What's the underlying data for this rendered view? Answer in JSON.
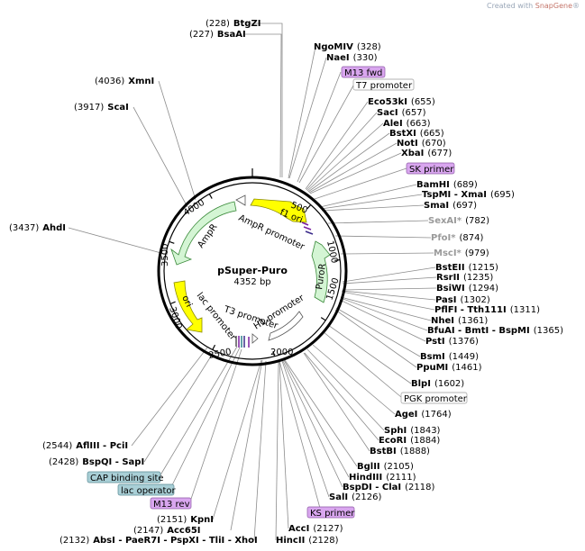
{
  "watermark": {
    "prefix": "Created with ",
    "brand": "SnapGene",
    "suffix": "®"
  },
  "plasmid": {
    "name": "pSuper-Puro",
    "size": "4352 bp"
  },
  "ticks": [
    "500",
    "1000",
    "1500",
    "2000",
    "2500",
    "3000",
    "3500",
    "4000"
  ],
  "features": {
    "f1_ori": "f1 ori",
    "ampr_promoter": "AmpR promoter",
    "ampr": "AmpR",
    "ori": "ori",
    "lac_promoter": "lac promoter",
    "t3_promoter": "T3 promoter",
    "h1_promoter": "H1 promoter",
    "puror": "PuroR"
  },
  "labels": {
    "btgzi": {
      "pos": "(228)",
      "name": "BtgZI"
    },
    "bsaai": {
      "pos": "(227)",
      "name": "BsaAI"
    },
    "ngomiv": {
      "name": "NgoMIV",
      "pos": "(328)"
    },
    "naei": {
      "name": "NaeI",
      "pos": "(330)"
    },
    "m13fwd": "M13 fwd",
    "t7prom": "T7 promoter",
    "eco53ki": {
      "name": "Eco53kI",
      "pos": "(655)"
    },
    "saci": {
      "name": "SacI",
      "pos": "(657)"
    },
    "alei": {
      "name": "AleI",
      "pos": "(663)"
    },
    "bstxi": {
      "name": "BstXI",
      "pos": "(665)"
    },
    "noti": {
      "name": "NotI",
      "pos": "(670)"
    },
    "xbai": {
      "name": "XbaI",
      "pos": "(677)"
    },
    "skprimer": "SK primer",
    "bamhi": {
      "name": "BamHI",
      "pos": "(689)"
    },
    "tspmi": {
      "name": "TspMI - XmaI",
      "pos": "(695)"
    },
    "smai": {
      "name": "SmaI",
      "pos": "(697)"
    },
    "sexai": {
      "name": "SexAI*",
      "pos": "(782)"
    },
    "pfoi": {
      "name": "PfoI*",
      "pos": "(874)"
    },
    "msci": {
      "name": "MscI*",
      "pos": "(979)"
    },
    "bsteii": {
      "name": "BstEII",
      "pos": "(1215)"
    },
    "rsrii": {
      "name": "RsrII",
      "pos": "(1235)"
    },
    "bsiwi": {
      "name": "BsiWI",
      "pos": "(1294)"
    },
    "pasi": {
      "name": "PasI",
      "pos": "(1302)"
    },
    "pflfi": {
      "name": "PflFI - Tth111I",
      "pos": "(1311)"
    },
    "nhei": {
      "name": "NheI",
      "pos": "(1361)"
    },
    "bfuai": {
      "name": "BfuAI - BmtI - BspMI",
      "pos": "(1365)"
    },
    "psti": {
      "name": "PstI",
      "pos": "(1376)"
    },
    "bsmi": {
      "name": "BsmI",
      "pos": "(1449)"
    },
    "ppumi": {
      "name": "PpuMI",
      "pos": "(1461)"
    },
    "blpi": {
      "name": "BlpI",
      "pos": "(1602)"
    },
    "pgkprom": "PGK promoter",
    "agei": {
      "name": "AgeI",
      "pos": "(1764)"
    },
    "sphi": {
      "name": "SphI",
      "pos": "(1843)"
    },
    "ecori": {
      "name": "EcoRI",
      "pos": "(1884)"
    },
    "bstbi": {
      "name": "BstBI",
      "pos": "(1888)"
    },
    "bglii": {
      "name": "BglII",
      "pos": "(2105)"
    },
    "hindiii": {
      "name": "HindIII",
      "pos": "(2111)"
    },
    "bspdi": {
      "name": "BspDI - ClaI",
      "pos": "(2118)"
    },
    "sali": {
      "name": "SalI",
      "pos": "(2126)"
    },
    "ksprimer": "KS primer",
    "acci": {
      "name": "AccI",
      "pos": "(2127)"
    },
    "hincii": {
      "name": "HincII",
      "pos": "(2128)"
    },
    "xmni": {
      "pos": "(4036)",
      "name": "XmnI"
    },
    "scai": {
      "pos": "(3917)",
      "name": "ScaI"
    },
    "ahdi": {
      "pos": "(3437)",
      "name": "AhdI"
    },
    "aflii": {
      "pos": "(2544)",
      "name": "AflIII - PciI"
    },
    "bspqi": {
      "pos": "(2428)",
      "name": "BspQI - SapI"
    },
    "capsite": "CAP binding site",
    "lacop": "lac operator",
    "m13rev": "M13 rev",
    "kpni": {
      "pos": "(2151)",
      "name": "KpnI"
    },
    "acc65i": {
      "pos": "(2147)",
      "name": "Acc65I"
    },
    "absi": {
      "pos": "(2132)",
      "name": "AbsI - PaeR7I - PspXI - TliI - XhoI"
    }
  },
  "colors": {
    "ring": "#000000",
    "green_feature": "#d4f5d4",
    "green_stroke": "#3a8a3a",
    "yellow_feature": "#ffff00",
    "yellow_stroke": "#8a8a00",
    "primer": "#d9a6ef",
    "cap_box": "#a9cfd6",
    "promoter_box": "#ffffff"
  }
}
